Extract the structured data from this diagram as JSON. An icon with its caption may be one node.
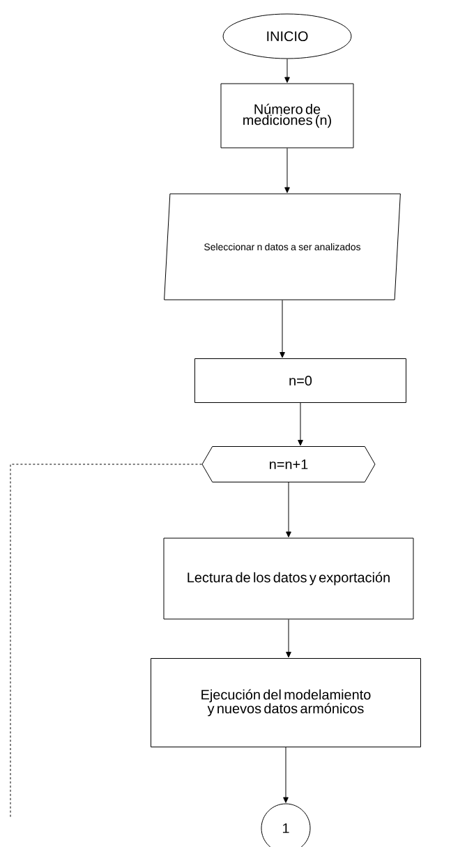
{
  "diagram": {
    "nodes": [
      {
        "text": [
          "INICIO"
        ]
      },
      {
        "text": [
          "Número de mediciones (n)"
        ]
      },
      {
        "text": [
          "Seleccionar n datos a ser analizados"
        ]
      },
      {
        "text": [
          "n=0"
        ]
      },
      {
        "text": [
          "n=n+1"
        ]
      },
      {
        "text": [
          "Lectura de los datos y exportación"
        ]
      },
      {
        "text": [
          "Ejecución del modelamiento y nuevos datos armónicos"
        ]
      },
      {
        "text": [
          "1"
        ]
      }
    ],
    "edges": [
      {
        "from": 0,
        "to": 1,
        "arrow": "to"
      },
      {
        "from": 1,
        "to": 2,
        "arrow": "to"
      },
      {
        "from": 2,
        "to": 3,
        "arrow": "to"
      },
      {
        "from": 3,
        "to": 4,
        "arrow": "to"
      },
      {
        "from": 4,
        "to": 5,
        "arrow": "to"
      },
      {
        "from": 5,
        "to": 6,
        "arrow": "to"
      },
      {
        "from": 6,
        "to": 7,
        "arrow": "to"
      },
      {
        "from": 4,
        "to": null,
        "arrow": "none",
        "style": "dashed"
      }
    ]
  }
}
